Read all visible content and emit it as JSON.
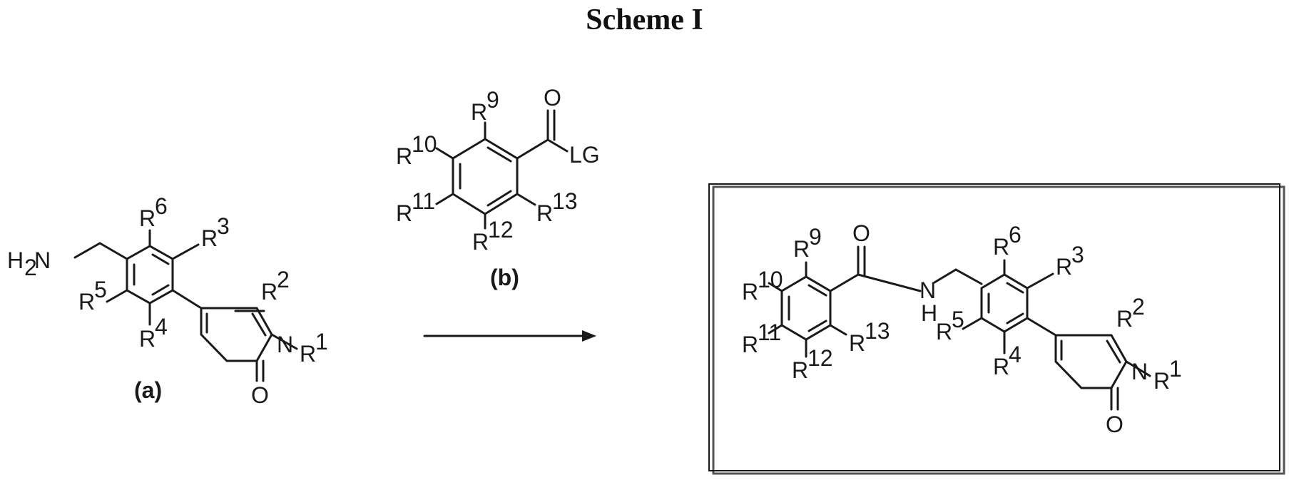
{
  "title": "Scheme I",
  "labels": {
    "a": "(a)",
    "b": "(b)"
  },
  "atoms": {
    "H": "H",
    "N": "N",
    "O": "O",
    "LG": "LG",
    "R": "R",
    "sub2": "2",
    "n1": "1",
    "n2": "2",
    "n3": "3",
    "n4": "4",
    "n5": "5",
    "n6": "6",
    "n9": "9",
    "n10": "10",
    "n11": "11",
    "n12": "12",
    "n13": "13"
  },
  "colors": {
    "ink": "#1a1a1a",
    "box_shadow": "#555555"
  }
}
